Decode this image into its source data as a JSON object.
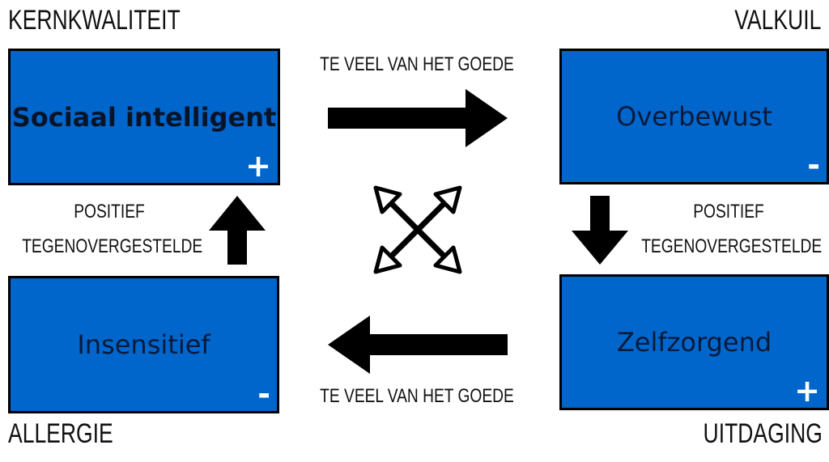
{
  "corners": {
    "top_left": "KERNKWALITEIT",
    "top_right": "VALKUIL",
    "bottom_left": "ALLERGIE",
    "bottom_right": "UITDAGING"
  },
  "boxes": {
    "core_quality": {
      "label": "Sociaal intelligent",
      "sign": "+"
    },
    "pitfall": {
      "label": "Overbewust",
      "sign": "-"
    },
    "allergy": {
      "label": "Insensitief",
      "sign": "-"
    },
    "challenge": {
      "label": "Zelfzorgend",
      "sign": "+"
    }
  },
  "connectors": {
    "top_label": "TE VEEL VAN HET GOEDE",
    "bottom_label": "TE VEEL VAN HET GOEDE",
    "left_label_line1": "POSITIEF",
    "left_label_line2": "TEGENOVERGESTELDE",
    "right_label_line1": "POSITIEF",
    "right_label_line2": "TEGENOVERGESTELDE"
  },
  "colors": {
    "box_fill": "#0066cc",
    "box_border": "#000000",
    "arrow": "#000000",
    "sign": "#ffffff"
  },
  "icons": [
    "arrow-right-icon",
    "arrow-left-icon",
    "arrow-up-icon",
    "arrow-down-icon",
    "cross-arrows-icon"
  ]
}
